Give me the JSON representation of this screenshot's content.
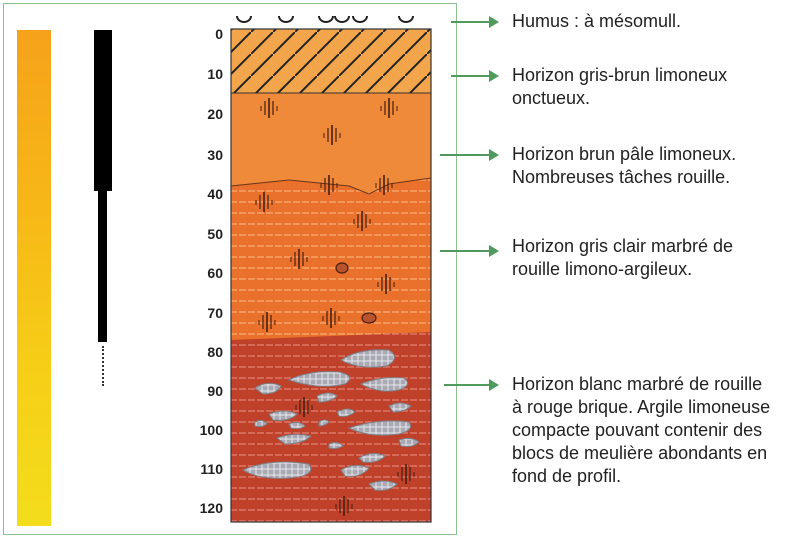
{
  "depth_scale": [
    "0",
    "10",
    "20",
    "30",
    "40",
    "50",
    "60",
    "70",
    "80",
    "90",
    "100",
    "110",
    "120"
  ],
  "annotations": [
    "Humus : à mésomull.",
    "Horizon gris-brun limoneux\nonctueux.",
    "Horizon brun pâle limoneux.\nNombreuses tâches rouille.",
    "Horizon gris clair marbré de\nrouille limono-argileux.",
    "Horizon blanc marbré de rouille\nà rouge brique. Argile limoneuse\ncompacte pouvant contenir des\nblocs de meulière abondants en\nfond de profil."
  ],
  "colors": {
    "humus": "#f2a54a",
    "horizon_2": "#f08a3b",
    "horizon_3": "#e9712b",
    "horizon_4": "#c0412a",
    "arrow": "#4f9a5c",
    "frame": "#8cc08f"
  }
}
